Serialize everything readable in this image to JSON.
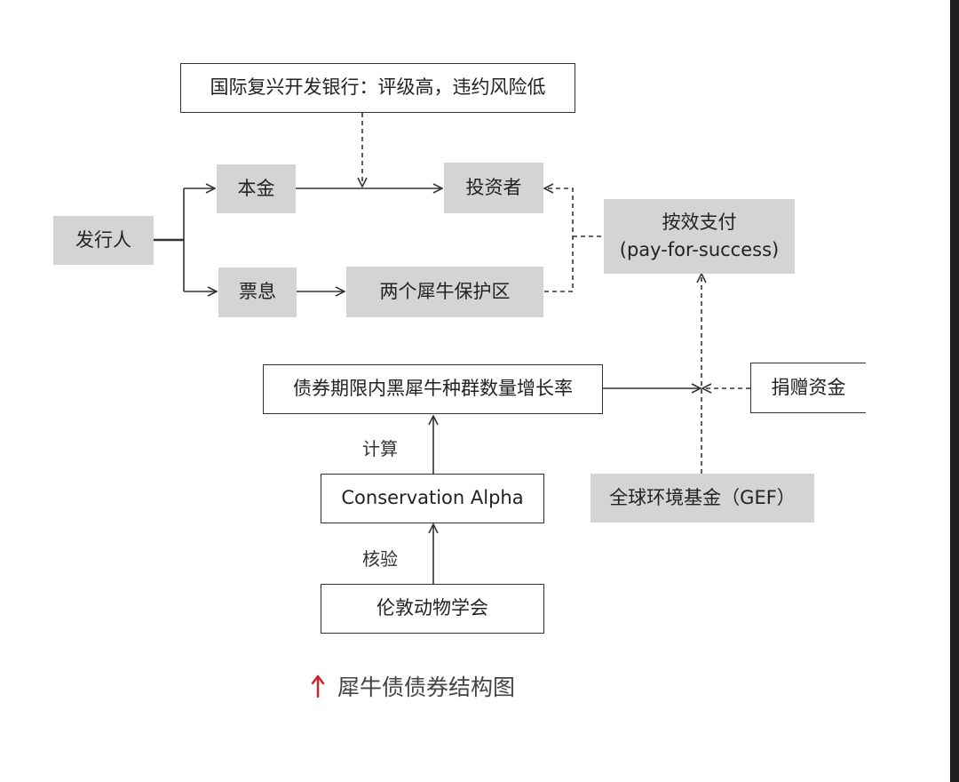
{
  "nodes": {
    "ibrd": "国际复兴开发银行：评级高，违约风险低",
    "issuer": "发行人",
    "principal": "本金",
    "coupon": "票息",
    "investors": "投资者",
    "reserves": "两个犀牛保护区",
    "pfs_line1": "按效支付",
    "pfs_line2": "(pay-for-success)",
    "growth_rate": "债券期限内黑犀牛种群数量增长率",
    "donation": "捐赠资金",
    "calc_label": "计算",
    "conservation_alpha": "Conservation Alpha",
    "gef": "全球环境基金（GEF）",
    "verify_label": "核验",
    "zsl": "伦敦动物学会"
  },
  "caption": "犀牛债债券结构图",
  "colors": {
    "box_fill": "#d4d4d4",
    "line": "#333333",
    "caption_arrow": "#d0202a"
  }
}
